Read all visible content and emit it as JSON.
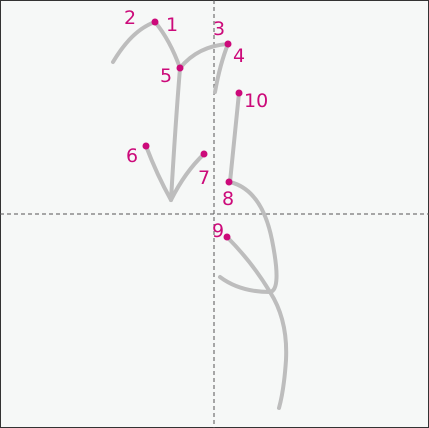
{
  "diagram": {
    "colors": {
      "background": "#f6f8f7",
      "frame": "#333333",
      "guide": "#555555",
      "stroke": "#bdbdbd",
      "marker": "#cc0a7a"
    },
    "markers": [
      {
        "label": "1"
      },
      {
        "label": "2"
      },
      {
        "label": "3"
      },
      {
        "label": "4"
      },
      {
        "label": "5"
      },
      {
        "label": "6"
      },
      {
        "label": "7"
      },
      {
        "label": "8"
      },
      {
        "label": "9"
      },
      {
        "label": "10"
      }
    ]
  }
}
